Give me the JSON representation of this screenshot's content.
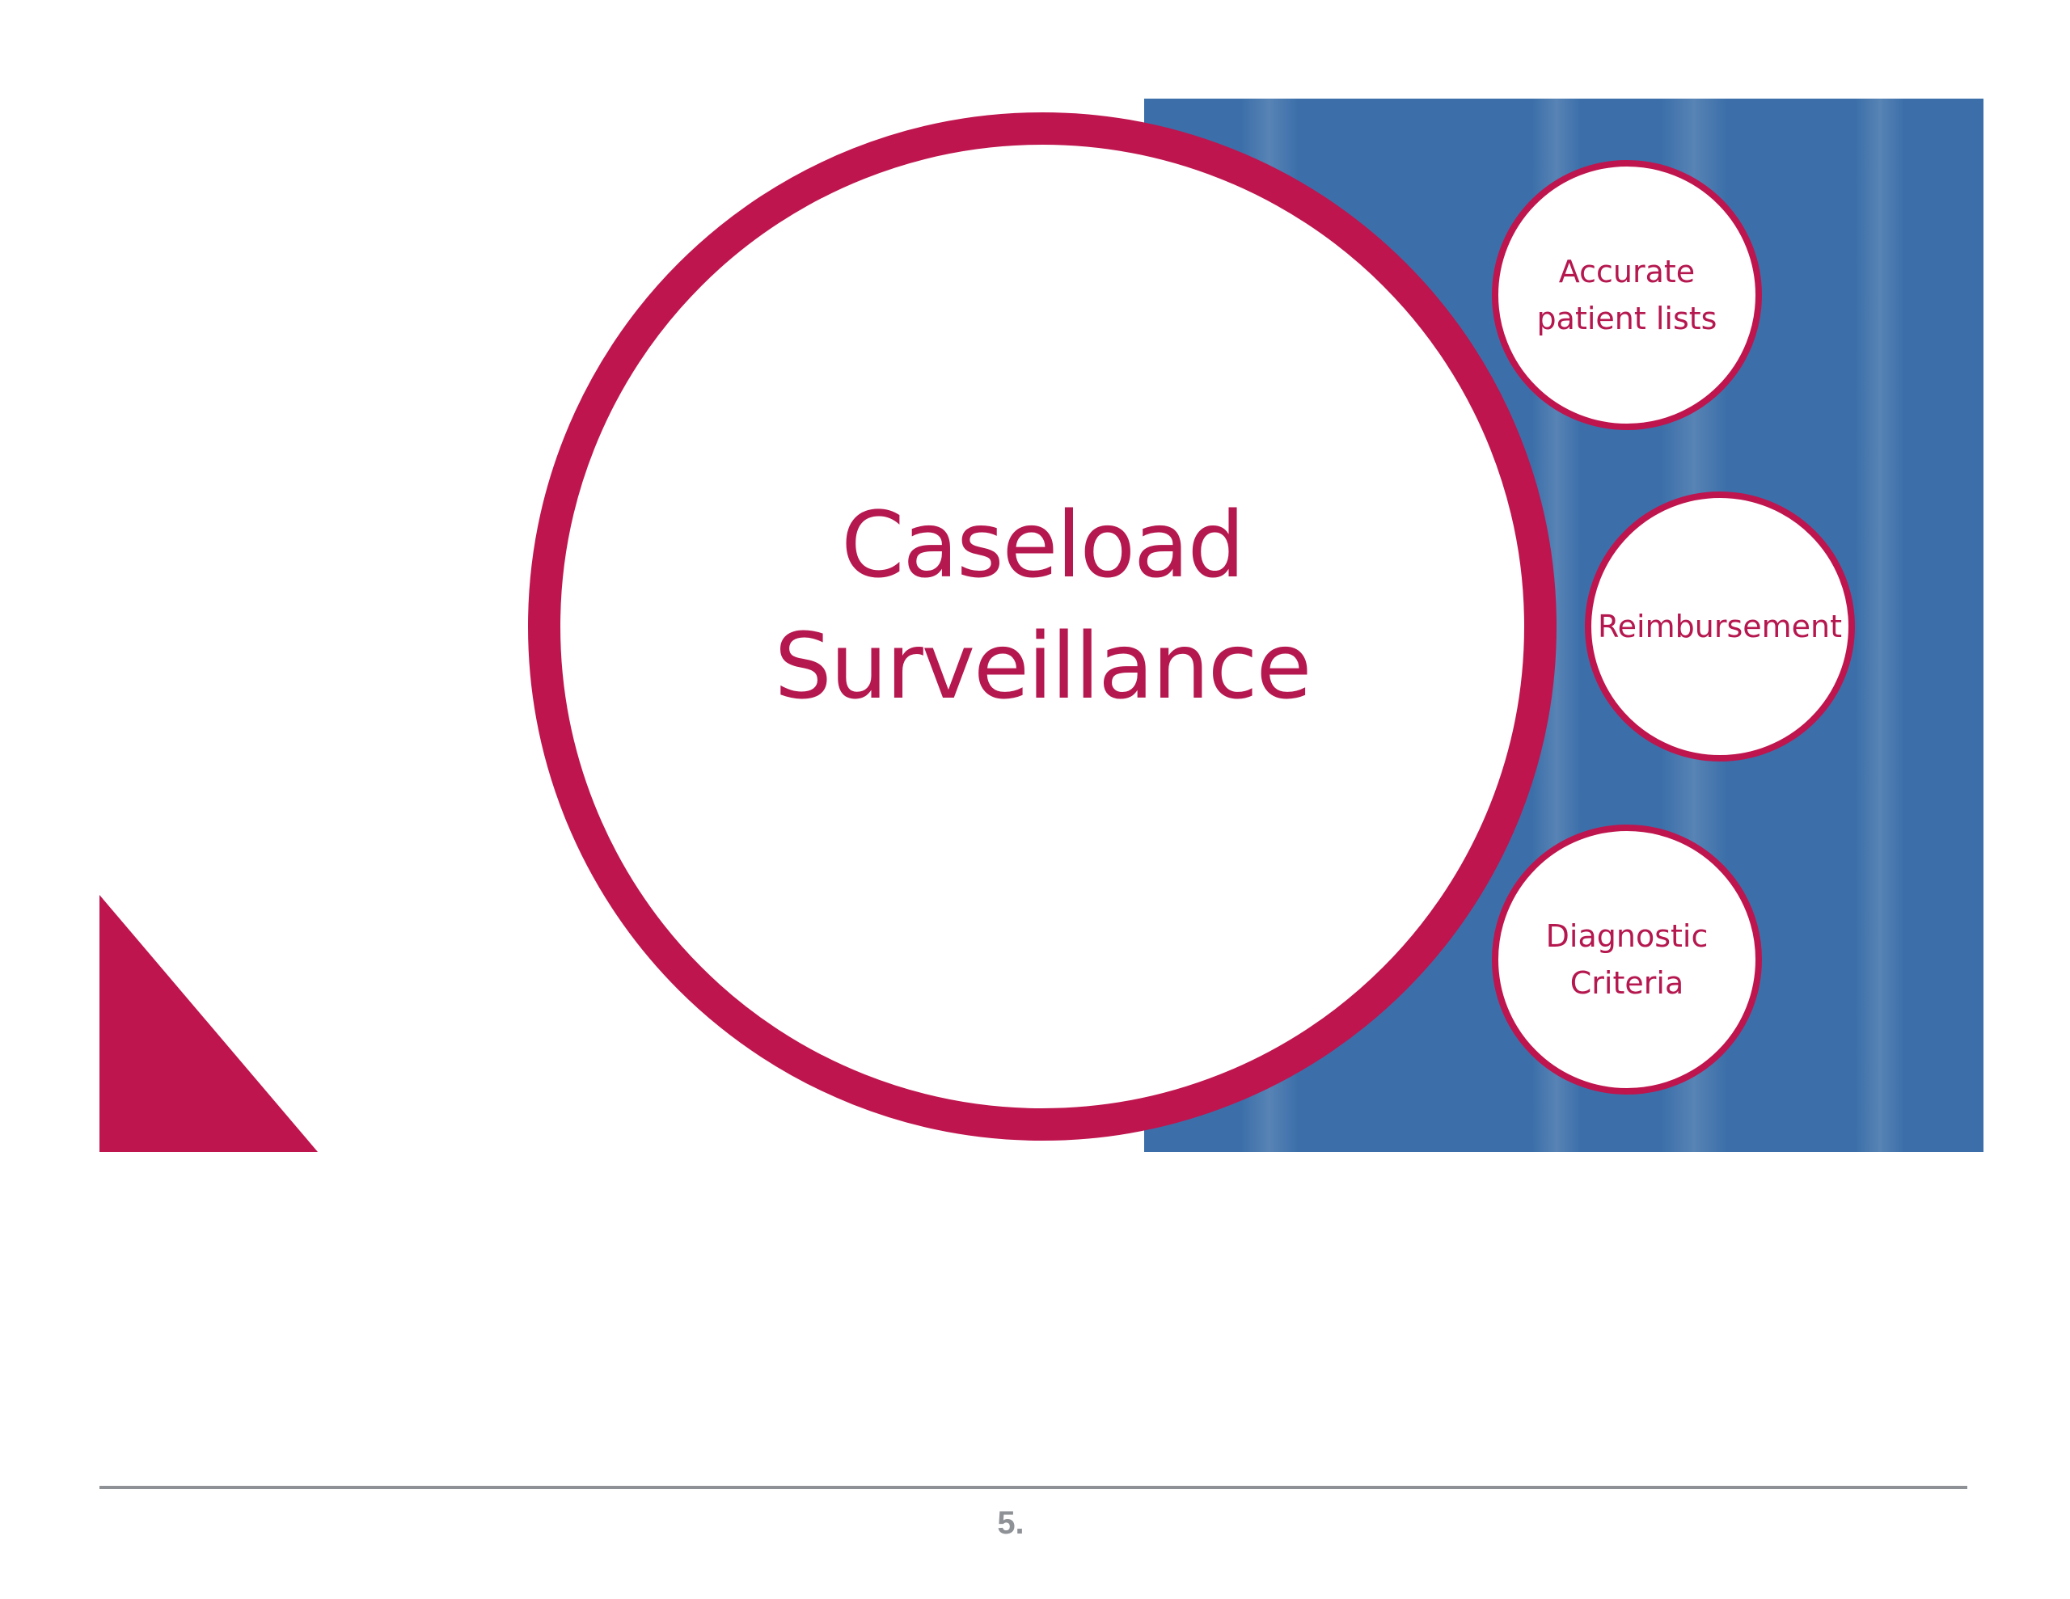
{
  "slide": {
    "main_circle": {
      "title_line1": "Caseload",
      "title_line2": "Surveillance"
    },
    "satellites": [
      {
        "line1": "Accurate",
        "line2": "patient lists"
      },
      {
        "line1": "Reimbursement",
        "line2": ""
      },
      {
        "line1": "Diagnostic",
        "line2": "Criteria"
      }
    ],
    "colors": {
      "accent_magenta": "#BE154E",
      "text_magenta": "#B5174F",
      "banner_blue": "#3C6FA9",
      "footer_gray": "#8E9196"
    }
  },
  "footer": {
    "page_number": "5."
  }
}
